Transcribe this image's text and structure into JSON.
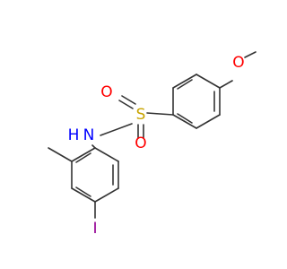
{
  "molecule": {
    "atoms": {
      "oxygen_methoxy": "O",
      "oxygen_sulfonyl_left": "O",
      "oxygen_sulfonyl_bottom": "O",
      "sulfur": "S",
      "nitrogen": "N",
      "hydrogen": "H",
      "iodine": "I"
    },
    "colors": {
      "bond": "#333333",
      "oxygen": "#ff0000",
      "sulfur": "#c8a400",
      "nitrogen": "#0000ff",
      "iodine": "#940094"
    }
  }
}
